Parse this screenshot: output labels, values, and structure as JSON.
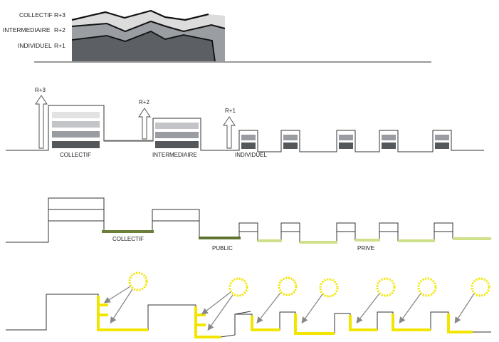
{
  "panel_volumes": {
    "labels": [
      {
        "name": "COLLECTIF",
        "level": "R+3"
      },
      {
        "name": "INTERMEDIAIRE",
        "level": "R+2"
      },
      {
        "name": "INDIVIDUEL",
        "level": "R+1"
      }
    ]
  },
  "panel_section": {
    "arrows": [
      {
        "level": "R+3"
      },
      {
        "level": "R+2"
      },
      {
        "level": "R+1"
      }
    ],
    "blocks": [
      {
        "name": "COLLECTIF"
      },
      {
        "name": "INTERMEDIAIRE"
      },
      {
        "name": "INDIVIDUEL"
      }
    ]
  },
  "panel_spaces": {
    "labels": [
      "COLLECTIF",
      "PUBLIC",
      "PRIVE"
    ],
    "colors": {
      "collectif": "#6b7f3a",
      "public": "#5e7430",
      "prive": "#cfe08a"
    }
  },
  "panel_sun": {
    "colors": {
      "facade": "#f2e600",
      "sun": "#f2e600",
      "ray": "#888888"
    }
  }
}
